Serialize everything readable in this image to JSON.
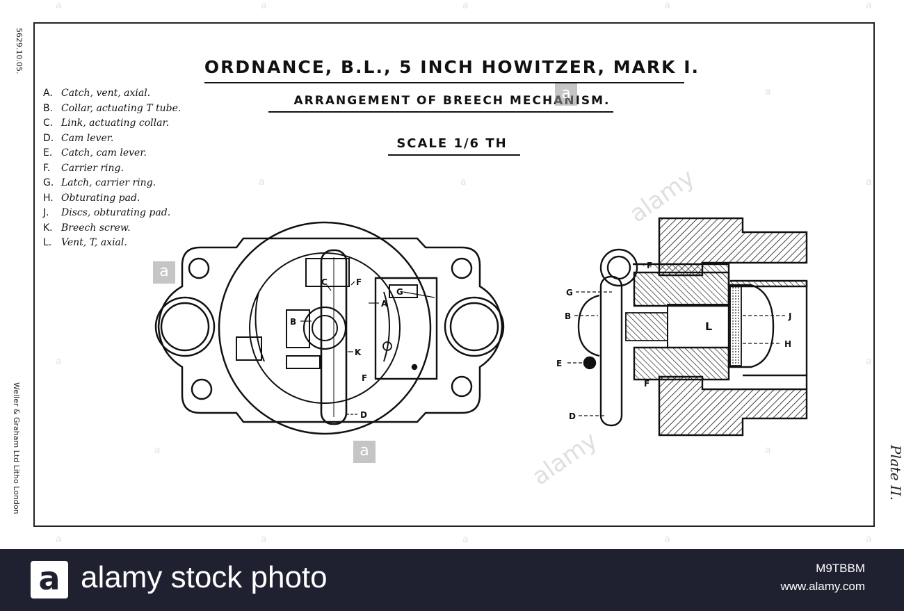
{
  "plate": {
    "title": "ORDNANCE, B.L., 5 INCH HOWITZER, MARK I.",
    "subtitle": "ARRANGEMENT OF BREECH MECHANISM.",
    "scale": "SCALE 1/6 TH",
    "side_code": "5629.10.05.",
    "printer": "Weller & Graham Ltd Litho London",
    "plate_number": "Plate II."
  },
  "legend": [
    {
      "key": "A.",
      "text": "Catch, vent, axial."
    },
    {
      "key": "B.",
      "text": "Collar, actuating T tube."
    },
    {
      "key": "C.",
      "text": "Link, actuating collar."
    },
    {
      "key": "D.",
      "text": "Cam lever."
    },
    {
      "key": "E.",
      "text": "Catch, cam lever."
    },
    {
      "key": "F.",
      "text": "Carrier ring."
    },
    {
      "key": "G.",
      "text": "Latch, carrier ring."
    },
    {
      "key": "H.",
      "text": "Obturating pad."
    },
    {
      "key": "J.",
      "text": "Discs, obturating pad."
    },
    {
      "key": "K.",
      "text": "Breech screw."
    },
    {
      "key": "L.",
      "text": "Vent, T, axial."
    }
  ],
  "front_view_labels": {
    "a": "A",
    "b": "B",
    "c": "C",
    "d": "D",
    "f_top": "F",
    "f_bottom": "F",
    "g": "G",
    "k": "K"
  },
  "section_view_labels": {
    "b": "B",
    "d": "D",
    "e": "E",
    "f_top": "F",
    "f_bottom": "F",
    "g": "G",
    "h": "H",
    "j": "J",
    "l": "L"
  },
  "watermarks": {
    "glyph": "a",
    "word": "alamy"
  },
  "footer": {
    "logo_glyph": "a",
    "brand": "alamy stock photo",
    "image_id": "M9TBBM",
    "url": "www.alamy.com"
  }
}
